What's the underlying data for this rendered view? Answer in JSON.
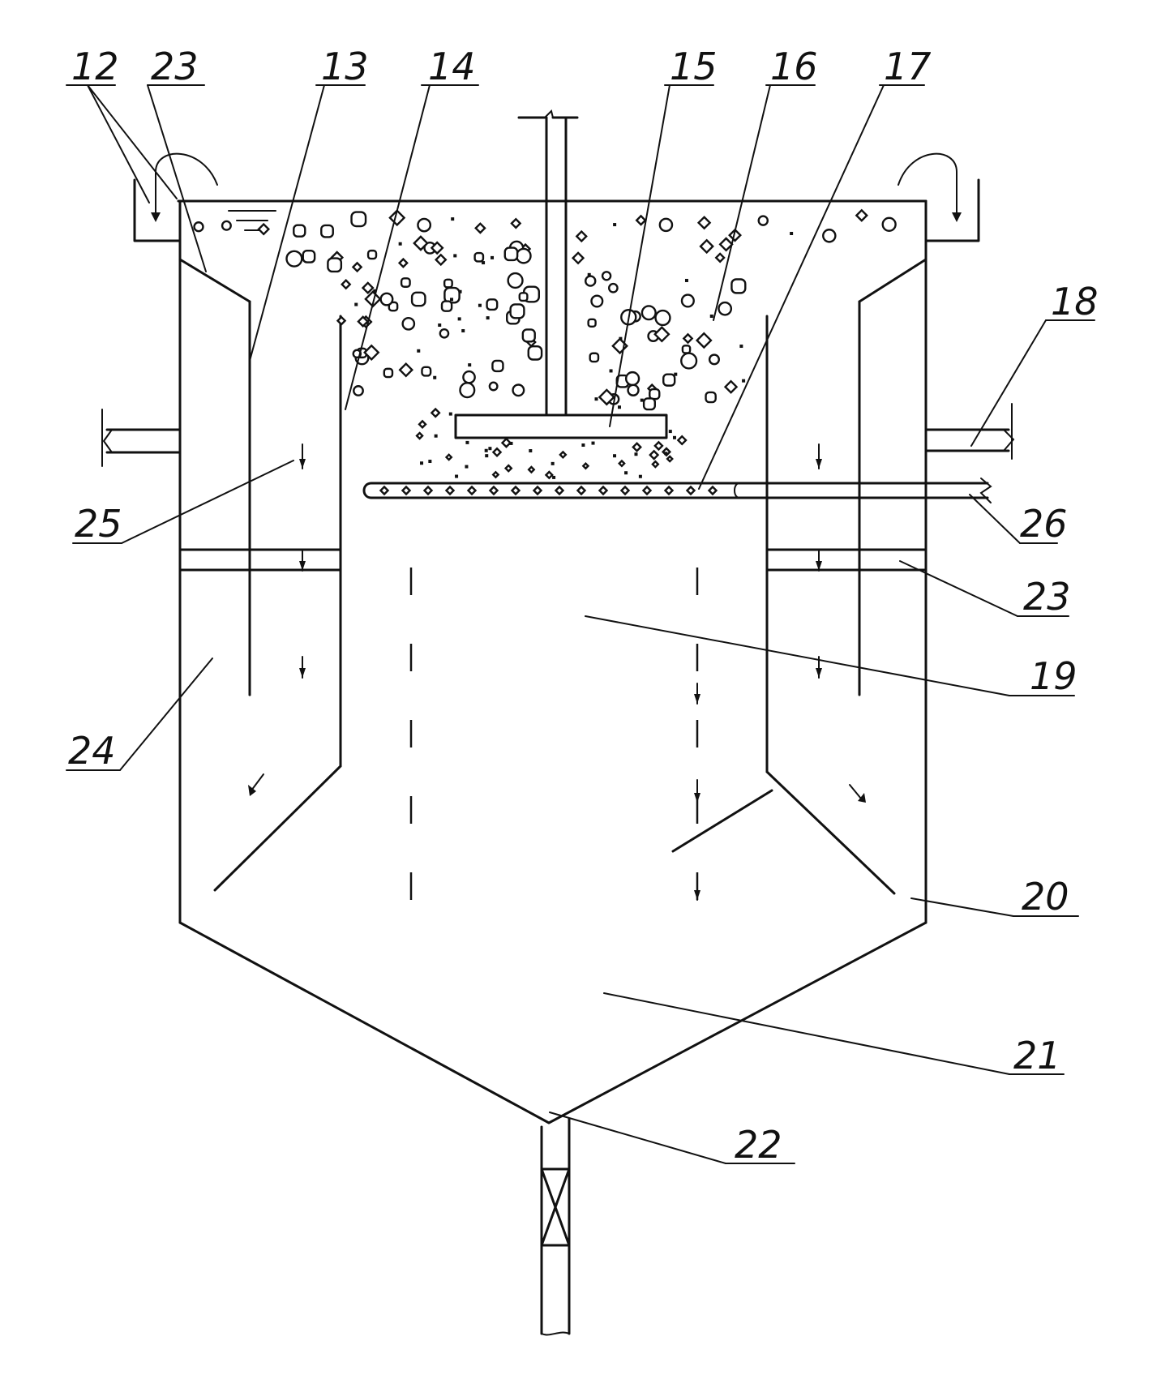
{
  "labels": {
    "l12": "12",
    "l23a": "23",
    "l13": "13",
    "l14": "14",
    "l15": "15",
    "l16": "16",
    "l17": "17",
    "l18": "18",
    "l25": "25",
    "l26": "26",
    "l23b": "23",
    "l19": "19",
    "l24": "24",
    "l20": "20",
    "l21": "21",
    "l22": "22"
  }
}
